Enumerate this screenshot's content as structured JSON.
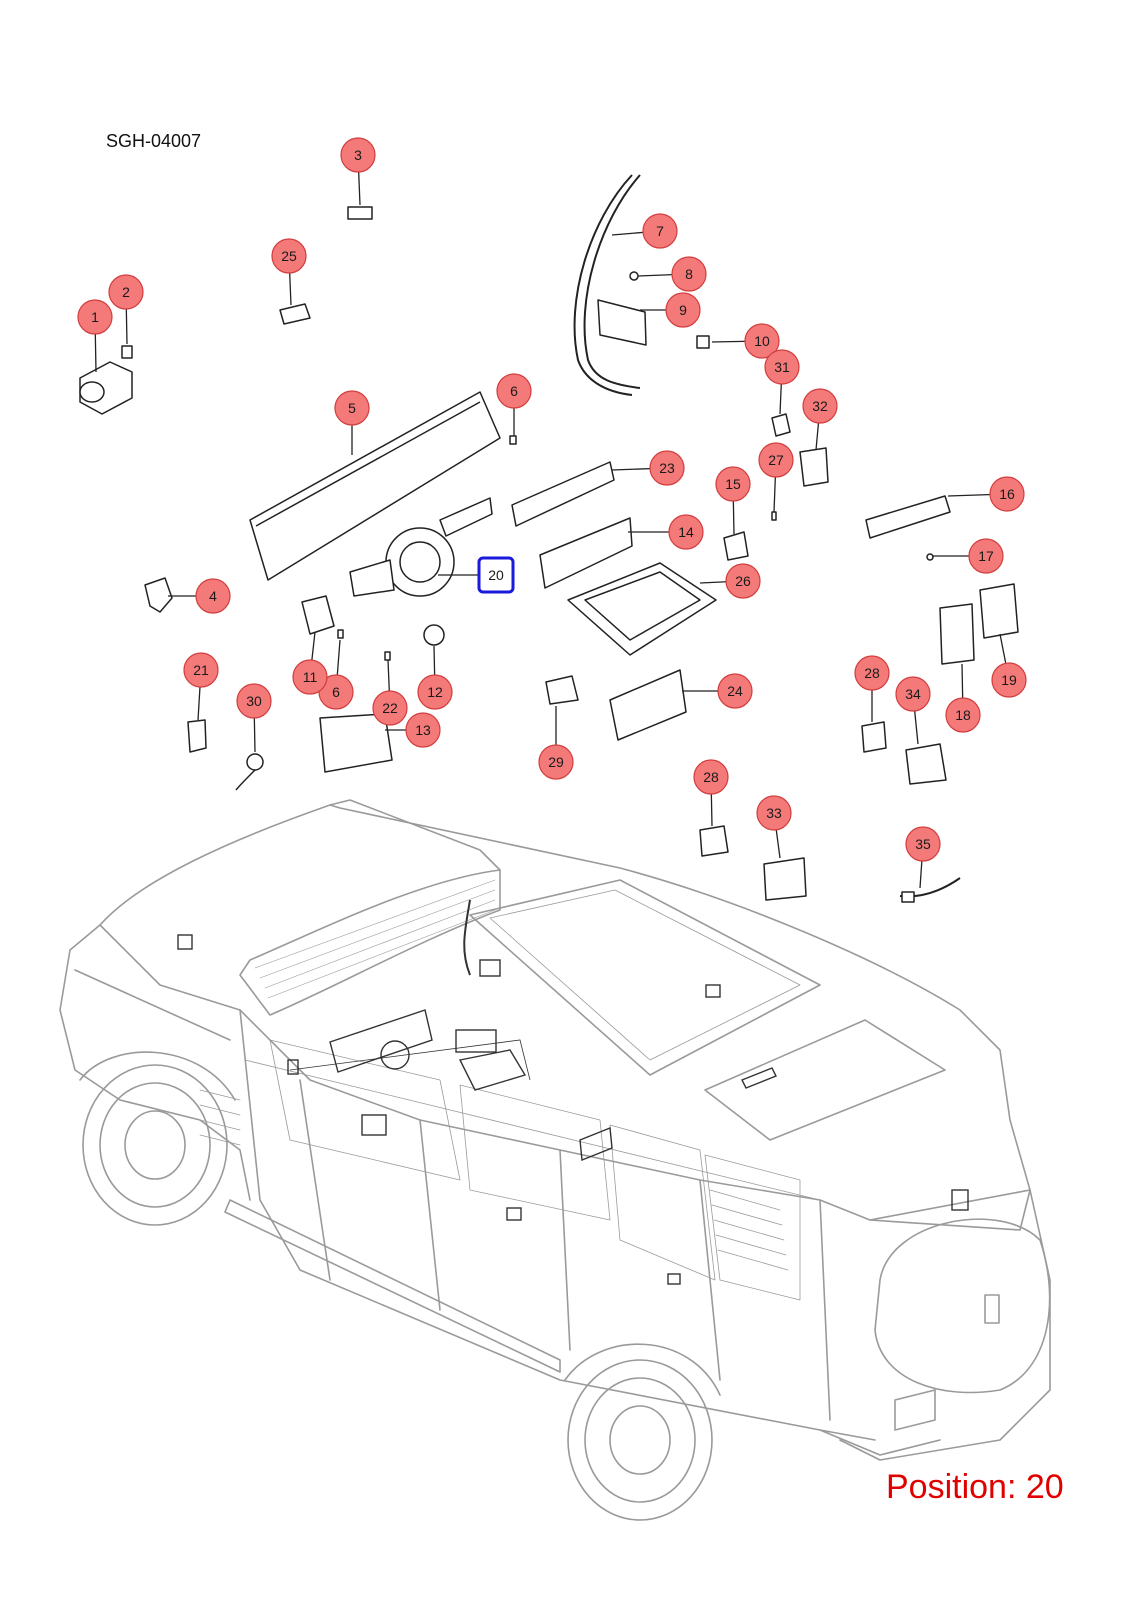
{
  "diagram_code": "SGH-04007",
  "position_label": "Position: 20",
  "colors": {
    "callout_fill": "#f47a7a",
    "callout_stroke": "#d23c3c",
    "selected_stroke": "#1a1adc",
    "line": "#222222",
    "vehicle": "#9a9a9a"
  },
  "selected_part": "20",
  "callouts": [
    {
      "id": "c1",
      "label": "1"
    },
    {
      "id": "c2",
      "label": "2"
    },
    {
      "id": "c3",
      "label": "3"
    },
    {
      "id": "c4",
      "label": "4"
    },
    {
      "id": "c5",
      "label": "5"
    },
    {
      "id": "c6a",
      "label": "6"
    },
    {
      "id": "c6b",
      "label": "6"
    },
    {
      "id": "c7",
      "label": "7"
    },
    {
      "id": "c8",
      "label": "8"
    },
    {
      "id": "c9",
      "label": "9"
    },
    {
      "id": "c10",
      "label": "10"
    },
    {
      "id": "c11",
      "label": "11"
    },
    {
      "id": "c12",
      "label": "12"
    },
    {
      "id": "c13",
      "label": "13"
    },
    {
      "id": "c14",
      "label": "14"
    },
    {
      "id": "c15",
      "label": "15"
    },
    {
      "id": "c16",
      "label": "16"
    },
    {
      "id": "c17",
      "label": "17"
    },
    {
      "id": "c18",
      "label": "18"
    },
    {
      "id": "c19",
      "label": "19"
    },
    {
      "id": "c20",
      "label": "20"
    },
    {
      "id": "c21",
      "label": "21"
    },
    {
      "id": "c22",
      "label": "22"
    },
    {
      "id": "c23",
      "label": "23"
    },
    {
      "id": "c24",
      "label": "24"
    },
    {
      "id": "c25",
      "label": "25"
    },
    {
      "id": "c26",
      "label": "26"
    },
    {
      "id": "c27",
      "label": "27"
    },
    {
      "id": "c28a",
      "label": "28"
    },
    {
      "id": "c28b",
      "label": "28"
    },
    {
      "id": "c29",
      "label": "29"
    },
    {
      "id": "c30",
      "label": "30"
    },
    {
      "id": "c31",
      "label": "31"
    },
    {
      "id": "c32",
      "label": "32"
    },
    {
      "id": "c33",
      "label": "33"
    },
    {
      "id": "c34",
      "label": "34"
    },
    {
      "id": "c35",
      "label": "35"
    }
  ]
}
